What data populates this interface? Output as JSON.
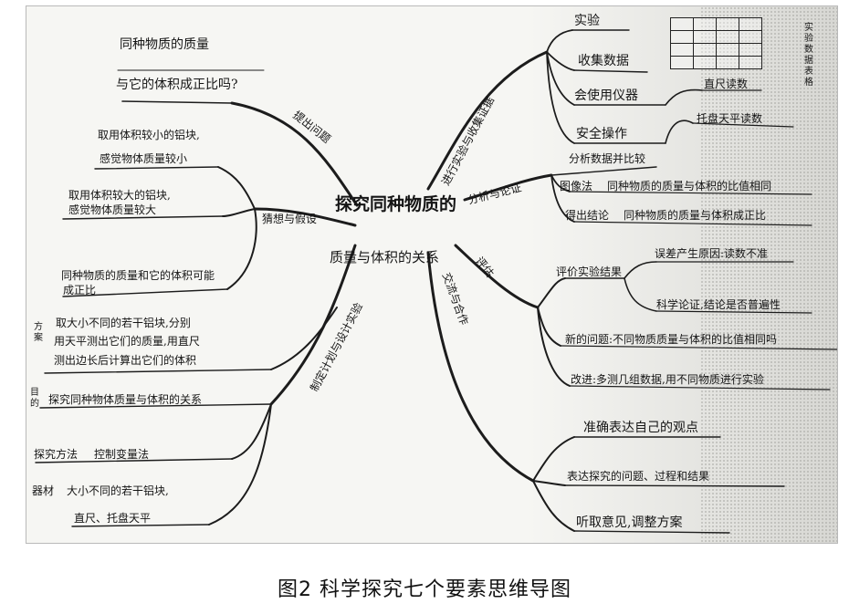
{
  "caption": "图2 科学探究七个要素思维导图",
  "center": {
    "line1": "探究同种物质的",
    "line2": "质量与体积的关系"
  },
  "branch_labels": {
    "question": "提出问题",
    "hypothesis": "猜想与假设",
    "plan": "制定计划与设计实验",
    "experiment": "进行实验与收集证据",
    "analysis": "分析与论证",
    "evaluation": "评估",
    "communication": "交流与合作"
  },
  "question": {
    "line1": "同种物质的质量",
    "line2": "与它的体积成正比吗?"
  },
  "hypothesis": {
    "h1_line1": "取用体积较小的铝块,",
    "h1_line2": "感觉物体质量较小",
    "h2_line1": "取用体积较大的铝块,",
    "h2_line2": "感觉物体质量较大",
    "h3_line1": "同种物质的质量和它的体积可能",
    "h3_line2": "成正比"
  },
  "plan": {
    "scheme_label": "方案",
    "scheme_line1": "取大小不同的若干铝块,分别",
    "scheme_line2": "用天平测出它们的质量,用直尺",
    "scheme_line3": "测出边长后计算出它们的体积",
    "goal_label": "目的",
    "goal_text": "探究同种物体质量与体积的关系",
    "method_label": "探究方法",
    "method_text": "控制变量法",
    "equipment_label": "器材",
    "equipment_text1": "大小不同的若干铝块,",
    "equipment_text2": "直尺、托盘天平"
  },
  "experiment": {
    "items": [
      "实验",
      "收集数据",
      "会使用仪器",
      "安全操作"
    ],
    "instruments": [
      "直尺读数",
      "托盘天平读数"
    ],
    "table_note": "实验数据表格"
  },
  "analysis": {
    "items": [
      "分析数据并比较",
      "图像法",
      "得出结论"
    ],
    "texts": [
      "同种物质的质量与体积的比值相同",
      "同种物质的质量与体积成正比"
    ]
  },
  "evaluation": {
    "header": "评价实验结果",
    "texts": [
      "误差产生原因:读数不准",
      "科学论证,结论是否普遍性",
      "新的问题:不同物质质量与体积的比值相同吗",
      "改进:多测几组数据,用不同物质进行实验"
    ]
  },
  "communication": {
    "items": [
      "准确表达自己的观点",
      "表达探究的问题、过程和结果",
      "听取意见,调整方案"
    ]
  }
}
